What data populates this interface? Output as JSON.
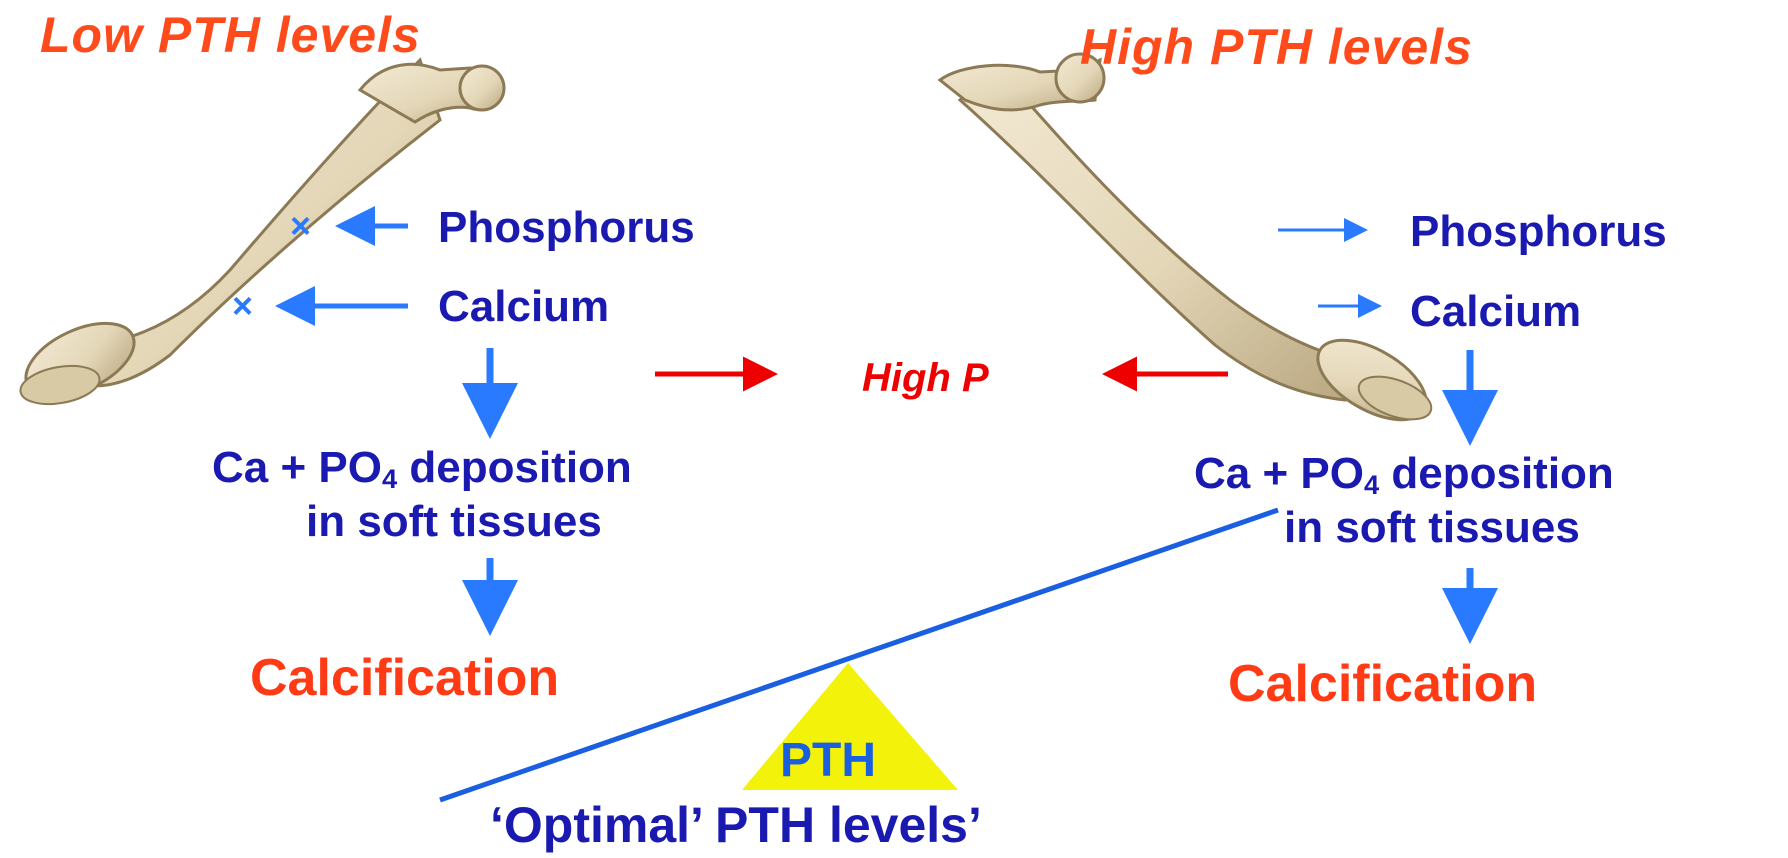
{
  "left_panel": {
    "title": "Low PTH levels",
    "phosphorus": "Phosphorus",
    "calcium": "Calcium",
    "phosphorus_blocked_mark": "×",
    "calcium_blocked_mark": "×",
    "deposition_prefix": "Ca + PO",
    "deposition_sub": "4",
    "deposition_suffix": " deposition",
    "deposition_line2": "in soft tissues",
    "outcome": "Calcification"
  },
  "right_panel": {
    "title": "High PTH levels",
    "phosphorus": "Phosphorus",
    "calcium": "Calcium",
    "deposition_prefix": "Ca + PO",
    "deposition_sub": "4",
    "deposition_suffix": " deposition",
    "deposition_line2": "in soft tissues",
    "outcome": "Calcification"
  },
  "center": {
    "label": "High P"
  },
  "balance": {
    "fulcrum_label": "PTH",
    "caption": "‘Optimal’ PTH levels’"
  },
  "colors": {
    "title": "#ff4a1c",
    "mineral_text": "#1a1ab0",
    "arrow_blue": "#2a7aff",
    "arrow_red": "#ee0000",
    "fulcrum": "#f2f20a",
    "lever": "#1a5fe0",
    "bone_fill": "#e8dcc0",
    "bone_shadow": "#b3a27e"
  },
  "icons": [
    "bone-icon",
    "arrow-left-icon",
    "arrow-right-icon",
    "arrow-down-icon",
    "x-mark-icon",
    "triangle-fulcrum-icon"
  ]
}
